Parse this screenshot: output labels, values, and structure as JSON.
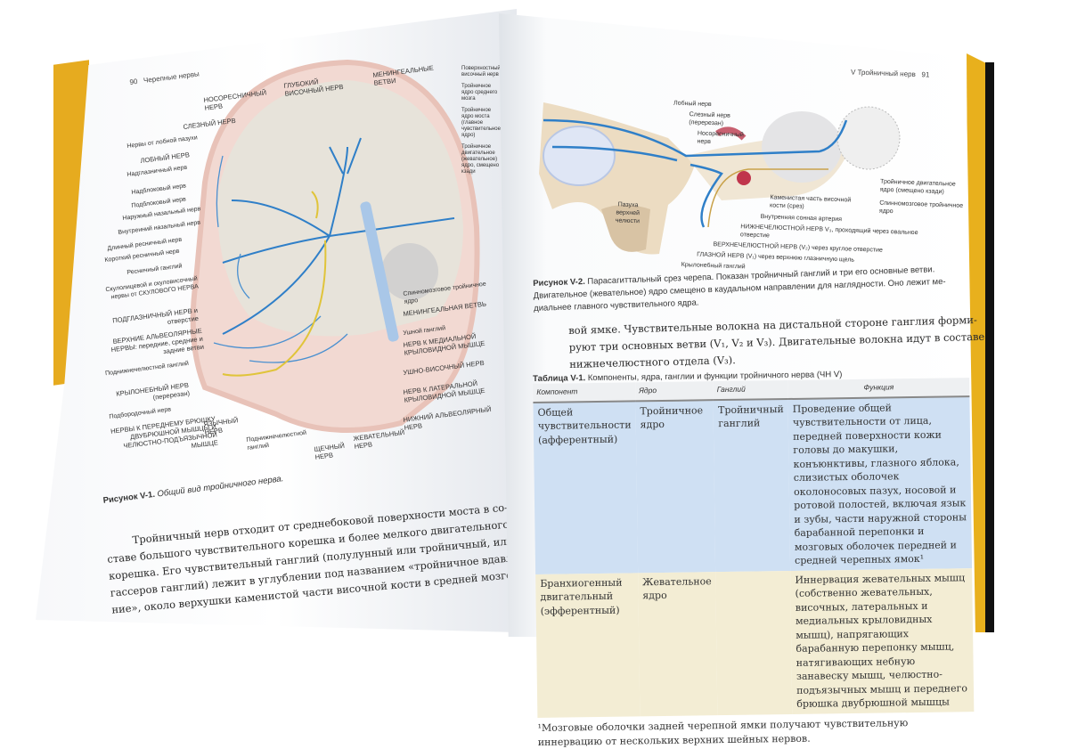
{
  "left_page": {
    "page_number": "90",
    "running_head": "Черепные нервы",
    "figure_labels_top": [
      "НОСОРЕСНИЧНЫЙ НЕРВ",
      "ГЛУБОКИЙ ВИСОЧНЫЙ НЕРВ",
      "МЕНИНГЕАЛЬНЫЕ ВЕТВИ",
      "СЛЕЗНЫЙ НЕРВ"
    ],
    "figure_labels_left": [
      "Нервы от лобной пазухи",
      "ЛОБНЫЙ НЕРВ",
      "Надглазничный нерв",
      "Надблоковый нерв",
      "Подблоковый нерв",
      "Наружный назальный нерв",
      "Внутренний назальный нерв",
      "Длинный ресничный нерв",
      "Короткий ресничный нерв",
      "Ресничный ганглий",
      "Скулолицевой и скуловисочный нервы от СКУЛОВОГО НЕРВА",
      "ПОДГЛАЗНИЧНЫЙ НЕРВ и отверстие",
      "ВЕРХНИЕ АЛЬВЕОЛЯРНЫЕ НЕРВЫ: передние, средние и задние ветви",
      "Поднижнечелюстной ганглий",
      "КРЫЛОНЕБНЫЙ НЕРВ (перерезан)",
      "Подбородочный нерв",
      "НЕРВЫ К ПЕРЕДНЕМУ БРЮШКУ ДВУБРЮШНОЙ МЫШЦЫ И ЧЕЛЮСТНО-ПОДЪЯЗЫЧНОЙ МЫШЦЕ"
    ],
    "figure_labels_bottom": [
      "ЯЗЫЧНЫЙ НЕРВ",
      "Поднижнечелюстной ганглий",
      "ЩЕЧНЫЙ НЕРВ",
      "ЖЕВАТЕЛЬНЫЙ НЕРВ",
      "НИЖНИЙ АЛЬВЕОЛЯРНЫЙ НЕРВ",
      "НЕРВ К ЛАТЕРАЛЬНОЙ КРЫЛОВИДНОЙ МЫШЦЕ",
      "УШНО-ВИСОЧНЫЙ НЕРВ",
      "НЕРВ К МЕДИАЛЬНОЙ КРЫЛОВИДНОЙ МЫШЦЕ",
      "Ушной ганглий",
      "МЕНИНГЕАЛЬНАЯ ВЕТВЬ",
      "Спинномозговое тройничное ядро"
    ],
    "figure_labels_right": [
      "Поверхностный височный нерв",
      "Тройничное ядро среднего мозга",
      "Тройничное ядро моста (главное чувствительное ядро)",
      "Тройничное двигательное (жевательное) ядро, смещено кзади"
    ],
    "figure_caption_label": "Рисунок V-1.",
    "figure_caption_text": "Общий вид тройничного нерва.",
    "body_lines": [
      "Тройничный нерв отходит от среднебоковой поверхности моста в со-",
      "ставе большого чувствительного корешка и более мелкого двигательного",
      "корешка. Его чувствительный ганглий (полулунный или тройничный, или",
      "гассеров ганглий) лежит в углублении под названием «тройничное вдавле-",
      "ние», около верхушки каменистой части височной кости в средней мозго-"
    ]
  },
  "right_page": {
    "page_number": "91",
    "running_head": "V Тройничный нерв",
    "figure_labels": [
      "Лобный нерв",
      "Слезный нерв (перерезан)",
      "Носоресничный нерв",
      "Пазуха верхней челюсти",
      "Каменистая часть височной кости (срез)",
      "Внутренняя сонная артерия",
      "НИЖНЕЧЕЛЮСТНОЙ НЕРВ V₃, проходящий через овальное отверстие",
      "ВЕРХНЕЧЕЛЮСТНОЙ НЕРВ (V₂) через круглое отверстие",
      "ГЛАЗНОЙ НЕРВ (V₁) через верхнюю глазничную щель",
      "Крылонебный ганглий",
      "Тройничное двигательное ядро (смещено кзади)",
      "Спинномозговое тройничное ядро"
    ],
    "figure_caption_label": "Рисунок V-2.",
    "figure_caption_lines": [
      "Парасагиттальный срез черепа. Показан тройничный ганглий и три его основные ветви.",
      "Двигательное (жевательное) ядро смещено в каудальном направлении для наглядности. Оно лежит ме-",
      "диальнее главного чувствительного ядра."
    ],
    "body_lines": [
      "вой ямке. Чувствительные волокна на дистальной стороне ганглия форми-",
      "руют три основных ветви (V₁, V₂ и V₃). Двигательные волокна идут в составе",
      "нижнечелюстного отдела (V₃)."
    ],
    "table": {
      "title_label": "Таблица V-1.",
      "title_text": "Компоненты, ядра, ганглии и функции тройничного нерва (ЧН V)",
      "headers": [
        "Компонент",
        "Ядро",
        "Ганглий",
        "Функция"
      ],
      "rows": [
        {
          "component": "Общей чувствительности (афферентный)",
          "nucleus": "Тройничное ядро",
          "ganglion": "Тройничный ганглий",
          "function": "Проведение общей чувствительности от лица, передней поверхности кожи головы до макушки, конъюнктивы, глазного яблока, слизистых оболочек околоносовых пазух, носовой и ротовой полостей, включая язык и зубы, части наружной стороны барабанной перепонки и мозговых оболочек передней и средней черепных ямок¹"
        },
        {
          "component": "Бранхиогенный двигательный (эфферентный)",
          "nucleus": "Жевательное ядро",
          "ganglion": "",
          "function": "Иннервация жевательных мышц (собственно жевательных, височных, латеральных и медиальных крыловидных мышц), напрягающих барабанную перепонку мышц, натягивающих небную занавеску мышц, челюстно-подъязычных мышц и переднего брюшка двубрюшной мышцы"
        }
      ],
      "footnote": "¹Мозговые оболочки задней черепной ямки получают чувствительную иннервацию от нескольких верхних шейных нервов."
    }
  },
  "colors": {
    "cover": "#e6ab1f",
    "nerve_blue": "#2f7fc8",
    "motor_yellow": "#e0c43a",
    "row1": "#cfe0f3",
    "row2": "#f3edd4"
  }
}
